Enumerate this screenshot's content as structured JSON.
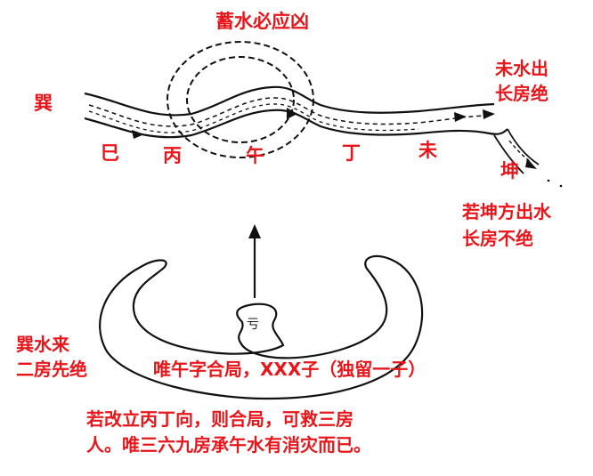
{
  "colors": {
    "text_red": "#e8161b",
    "text_black": "#1a1a1a",
    "line": "#111111"
  },
  "labels": {
    "title": "蓄水必应凶",
    "xun": "巽",
    "si": "巳",
    "bing": "丙",
    "wu": "午",
    "ding": "丁",
    "wei": "未",
    "kun": "坤",
    "wei_outflow_line1": "未水出",
    "wei_outflow_line2": "长房绝",
    "kun_outflow_line1": "若坤方出水",
    "kun_outflow_line2": "长房不绝",
    "xun_inflow_line1": "巽水来",
    "xun_inflow_line2": "二房先绝",
    "note_wu": "唯午字合局，XXX子（独留一子）",
    "note_bottom_line1": "若改立丙丁向，则合局，可救三房",
    "note_bottom_line2": "人。唯三六九房承午水有消灾而已。",
    "seat_mark": "亏"
  }
}
